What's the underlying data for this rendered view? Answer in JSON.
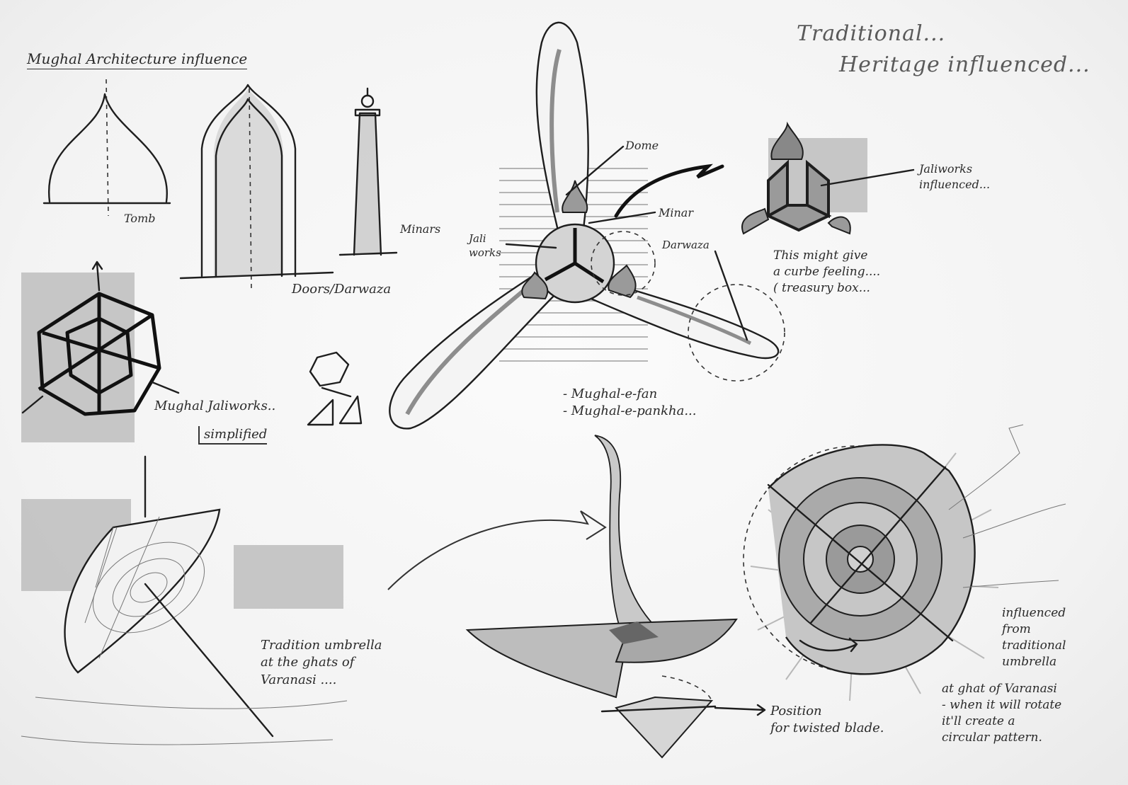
{
  "title": {
    "line1": "Traditional...",
    "line2": "Heritage influenced..."
  },
  "mughal_section": {
    "heading": "Mughal Architecture influence",
    "labels": {
      "tomb": "Tomb",
      "doors": "Doors/Darwaza",
      "minars": "Minars"
    }
  },
  "jali_section": {
    "label": "Mughal Jaliworks..",
    "sub": "simplified"
  },
  "fan_section": {
    "labels": {
      "dome": "Dome",
      "minar": "Minar",
      "jali": "Jali\nworks",
      "darwaza": "Darwaza"
    },
    "note": "This might give\na curbe feeling....\n( treasury box...",
    "names": "- Mughal-e-fan\n- Mughal-e-pankha..."
  },
  "jali_detail": {
    "label": "Jaliworks\ninfluenced..."
  },
  "umbrella_section": {
    "note": "Tradition umbrella\nat the ghats of\nVaranasi ...."
  },
  "blade_section": {
    "note": "Position\nfor twisted blade."
  },
  "circular_section": {
    "note1": "influenced\nfrom\ntraditional\numbrella",
    "note2": "at ghat of Varanasi\n- when it will rotate\nit'll create a\ncircular pattern."
  }
}
